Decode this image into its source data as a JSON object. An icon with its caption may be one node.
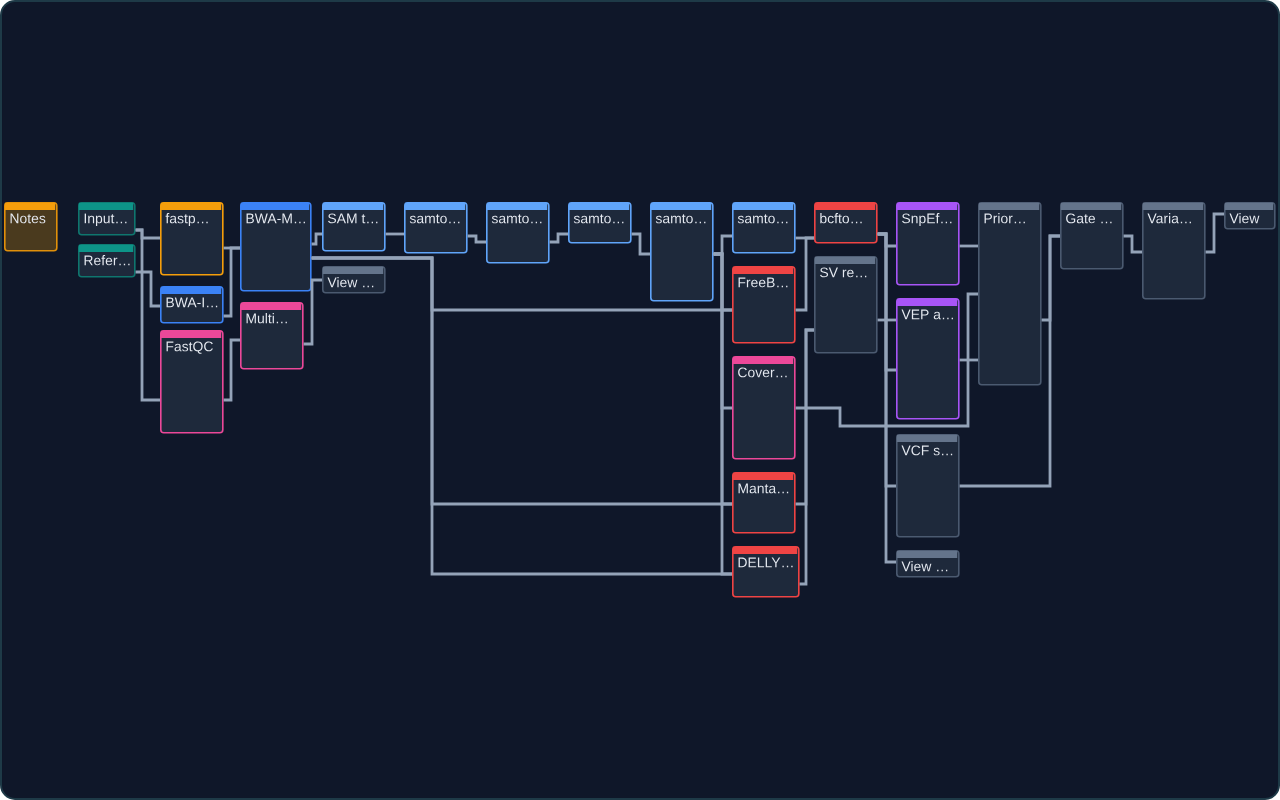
{
  "diagram": {
    "nodes": [
      {
        "text": [
          "Notes"
        ]
      },
      {
        "text": [
          "Input…"
        ]
      },
      {
        "text": [
          "Refer…"
        ]
      },
      {
        "text": [
          "fastp…"
        ]
      },
      {
        "text": [
          "BWA-I…"
        ]
      },
      {
        "text": [
          "FastQC"
        ]
      },
      {
        "text": [
          "BWA-M…"
        ]
      },
      {
        "text": [
          "Multi…"
        ]
      },
      {
        "text": [
          "SAM t…"
        ]
      },
      {
        "text": [
          "View …"
        ]
      },
      {
        "text": [
          "samto…"
        ]
      },
      {
        "text": [
          "samto…"
        ]
      },
      {
        "text": [
          "samto…"
        ]
      },
      {
        "text": [
          "samto…"
        ]
      },
      {
        "text": [
          "samto…"
        ]
      },
      {
        "text": [
          "FreeB…"
        ]
      },
      {
        "text": [
          "Cover…"
        ]
      },
      {
        "text": [
          "Manta…"
        ]
      },
      {
        "text": [
          "DELLY…"
        ]
      },
      {
        "text": [
          "bcfto…"
        ]
      },
      {
        "text": [
          "SV re…"
        ]
      },
      {
        "text": [
          "SnpEf…"
        ]
      },
      {
        "text": [
          "VEP a…"
        ]
      },
      {
        "text": [
          "VCF s…"
        ]
      },
      {
        "text": [
          "View …"
        ]
      },
      {
        "text": [
          "Prior…"
        ]
      },
      {
        "text": [
          "Gate …"
        ]
      },
      {
        "text": [
          "Varia…"
        ]
      },
      {
        "text": [
          "View"
        ]
      }
    ],
    "edges": [
      {
        "from": 1,
        "to": 3,
        "arrow": "none"
      },
      {
        "from": 1,
        "to": 5,
        "arrow": "none"
      },
      {
        "from": 2,
        "to": 4,
        "arrow": "none"
      },
      {
        "from": 3,
        "to": 6,
        "arrow": "none"
      },
      {
        "from": 4,
        "to": 6,
        "arrow": "none"
      },
      {
        "from": 5,
        "to": 7,
        "arrow": "none"
      },
      {
        "from": 6,
        "to": 8,
        "arrow": "none"
      },
      {
        "from": 7,
        "to": 9,
        "arrow": "none"
      },
      {
        "from": 8,
        "to": 10,
        "arrow": "none"
      },
      {
        "from": 10,
        "to": 11,
        "arrow": "none"
      },
      {
        "from": 11,
        "to": 12,
        "arrow": "none"
      },
      {
        "from": 12,
        "to": 13,
        "arrow": "none"
      },
      {
        "from": 13,
        "to": 14,
        "arrow": "none"
      },
      {
        "from": 13,
        "to": 15,
        "arrow": "none"
      },
      {
        "from": 13,
        "to": 16,
        "arrow": "none"
      },
      {
        "from": 13,
        "to": 17,
        "arrow": "none"
      },
      {
        "from": 13,
        "to": 18,
        "arrow": "none"
      },
      {
        "from": 6,
        "to": 15,
        "arrow": "none"
      },
      {
        "from": 6,
        "to": 17,
        "arrow": "none"
      },
      {
        "from": 6,
        "to": 18,
        "arrow": "none"
      },
      {
        "from": 14,
        "to": 19,
        "arrow": "none"
      },
      {
        "from": 15,
        "to": 19,
        "arrow": "none"
      },
      {
        "from": 17,
        "to": 20,
        "arrow": "none"
      },
      {
        "from": 18,
        "to": 20,
        "arrow": "none"
      },
      {
        "from": 19,
        "to": 21,
        "arrow": "none"
      },
      {
        "from": 19,
        "to": 22,
        "arrow": "none"
      },
      {
        "from": 19,
        "to": 23,
        "arrow": "none"
      },
      {
        "from": 19,
        "to": 24,
        "arrow": "none"
      },
      {
        "from": 20,
        "to": 22,
        "arrow": "none"
      },
      {
        "from": 21,
        "to": 25,
        "arrow": "none"
      },
      {
        "from": 22,
        "to": 25,
        "arrow": "none"
      },
      {
        "from": 16,
        "to": 25,
        "arrow": "none"
      },
      {
        "from": 25,
        "to": 26,
        "arrow": "none"
      },
      {
        "from": 23,
        "to": 26,
        "arrow": "none"
      },
      {
        "from": 26,
        "to": 27,
        "arrow": "none"
      },
      {
        "from": 27,
        "to": 28,
        "arrow": "none"
      }
    ]
  }
}
